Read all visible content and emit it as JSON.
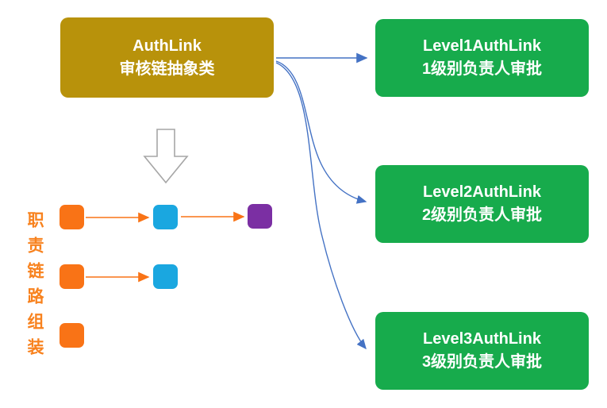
{
  "abstract_box": {
    "title": "AuthLink",
    "subtitle": "审核链抽象类"
  },
  "level_boxes": [
    {
      "title": "Level1AuthLink",
      "subtitle": "1级别负责人审批"
    },
    {
      "title": "Level2AuthLink",
      "subtitle": "2级别负责人审批"
    },
    {
      "title": "Level3AuthLink",
      "subtitle": "3级别负责人审批"
    }
  ],
  "chain_assembly": {
    "label": "职责链路组装",
    "rows": [
      {
        "nodes": [
          "orange",
          "blue",
          "purple"
        ]
      },
      {
        "nodes": [
          "orange",
          "blue"
        ]
      },
      {
        "nodes": [
          "orange"
        ]
      }
    ]
  },
  "colors": {
    "abstract_box_bg": "#b8920b",
    "level_box_bg": "#17ab4c",
    "node_orange": "#f97316",
    "node_blue": "#1aa7e0",
    "node_purple": "#7b2fa3",
    "arrow_blue": "#4472c4",
    "arrow_orange": "#f97316",
    "label_orange": "#f8821e",
    "hollow_arrow_outline": "#a6a6a6"
  }
}
